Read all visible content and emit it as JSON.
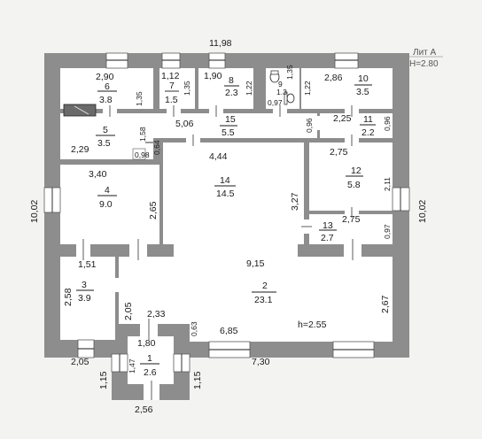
{
  "header": {
    "litera": "Лит А",
    "height": "H=2.80"
  },
  "overall": {
    "width_top": "11,98",
    "height_left": "10,02",
    "height_right": "10,02"
  },
  "rooms": [
    {
      "num": "1",
      "area": "2.6"
    },
    {
      "num": "2",
      "area": "23.1"
    },
    {
      "num": "3",
      "area": "3.9"
    },
    {
      "num": "4",
      "area": "9.0"
    },
    {
      "num": "5",
      "area": "3.5"
    },
    {
      "num": "6",
      "area": "3.8"
    },
    {
      "num": "7",
      "area": "1.5"
    },
    {
      "num": "8",
      "area": "2.3"
    },
    {
      "num": "9",
      "area": "1.3"
    },
    {
      "num": "10",
      "area": "3.5"
    },
    {
      "num": "11",
      "area": "2.2"
    },
    {
      "num": "12",
      "area": "5.8"
    },
    {
      "num": "13",
      "area": "2.7"
    },
    {
      "num": "14",
      "area": "14.5"
    },
    {
      "num": "15",
      "area": "5.5"
    }
  ],
  "dims": {
    "r6_w": "2,90",
    "r6_h": "1,35",
    "r7_w": "1,12",
    "r7_h": "1,35",
    "r8_w": "1,90",
    "r8_h": "1,22",
    "r9_h": "1,35",
    "r9_w": "0,97",
    "r10_w": "2,86",
    "r10_h": "1,22",
    "r15_w": "5,06",
    "r15_h": "0,96",
    "r5_h": "1,58",
    "r5_w": "2,29",
    "small_a": "0,98",
    "small_b": "0,64",
    "r11_w": "2,25",
    "r11_h": "0,96",
    "r14_w": "4,44",
    "r14_h": "3,27",
    "r12_w": "2,75",
    "r12_h": "2,11",
    "r13_w": "2,75",
    "r13_h": "0,97",
    "r4_w": "3,40",
    "r4_h": "2,65",
    "r2_w": "9,15",
    "r2_h": "2,67",
    "r3_w": "1,51",
    "r3_h": "2,58",
    "r2_left_h": "2,05",
    "r1_top_w": "2,33",
    "r2_step": "0,63",
    "r2_bottom_a": "6,85",
    "r2_bottom_b": "7,30",
    "r1_w": "1,80",
    "r1_h": "1,47",
    "ext_left_w": "2,05",
    "porch_h_left": "1,15",
    "porch_h_right": "1,15",
    "porch_w": "2,56",
    "ceiling": "h=2.55"
  }
}
